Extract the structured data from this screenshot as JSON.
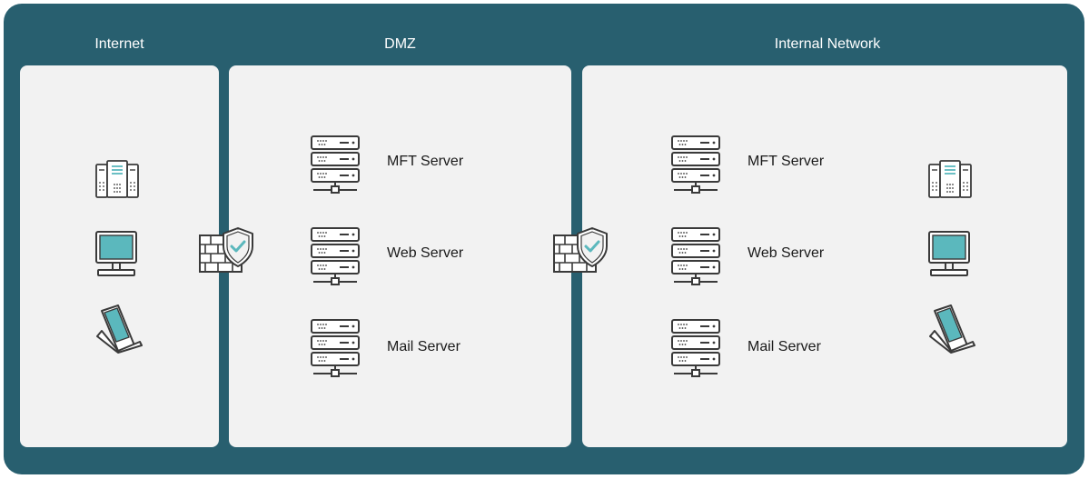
{
  "colors": {
    "frame": "#285f6f",
    "panel": "#f2f2f2",
    "stroke": "#3a3a3a",
    "accent": "#5bb8bd",
    "title_text": "#ffffff"
  },
  "zones": {
    "internet": {
      "title": "Internet",
      "devices": [
        "server-tower-icon",
        "desktop-monitor-icon",
        "laptop-icon"
      ]
    },
    "dmz": {
      "title": "DMZ",
      "servers": [
        {
          "label": "MFT Server",
          "icon": "rack-server-icon"
        },
        {
          "label": "Web Server",
          "icon": "rack-server-icon"
        },
        {
          "label": "Mail Server",
          "icon": "rack-server-icon"
        }
      ]
    },
    "internal": {
      "title": "Internal Network",
      "servers": [
        {
          "label": "MFT Server",
          "icon": "rack-server-icon"
        },
        {
          "label": "Web Server",
          "icon": "rack-server-icon"
        },
        {
          "label": "Mail Server",
          "icon": "rack-server-icon"
        }
      ],
      "devices": [
        "server-tower-icon",
        "desktop-monitor-icon",
        "laptop-icon"
      ]
    }
  },
  "firewalls": [
    {
      "icon": "firewall-shield-icon"
    },
    {
      "icon": "firewall-shield-icon"
    }
  ]
}
